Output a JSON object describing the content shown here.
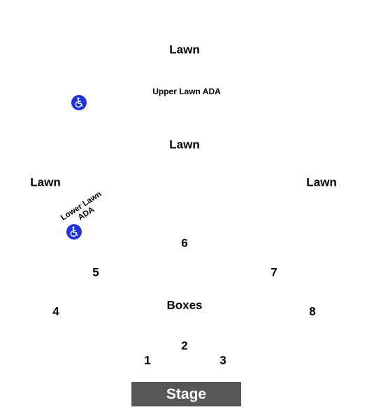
{
  "map": {
    "sections": {
      "lawn_top": "Lawn",
      "upper_lawn_ada": "Upper Lawn ADA",
      "lawn_middle": "Lawn",
      "lawn_left": "Lawn",
      "lawn_right": "Lawn",
      "lower_lawn_ada_line1": "Lower Lawn",
      "lower_lawn_ada_line2": "ADA",
      "section_6": "6",
      "section_5": "5",
      "section_7": "7",
      "section_4": "4",
      "section_8": "8",
      "boxes": "Boxes",
      "section_2": "2",
      "section_1": "1",
      "section_3": "3"
    },
    "stage": {
      "label": "Stage"
    },
    "icons": {
      "ada": "wheelchair-accessible-icon"
    },
    "colors": {
      "stage_fill": "#575757",
      "ada_icon": "#1f35d9",
      "label_text": "#000000",
      "background": "#ffffff"
    }
  }
}
